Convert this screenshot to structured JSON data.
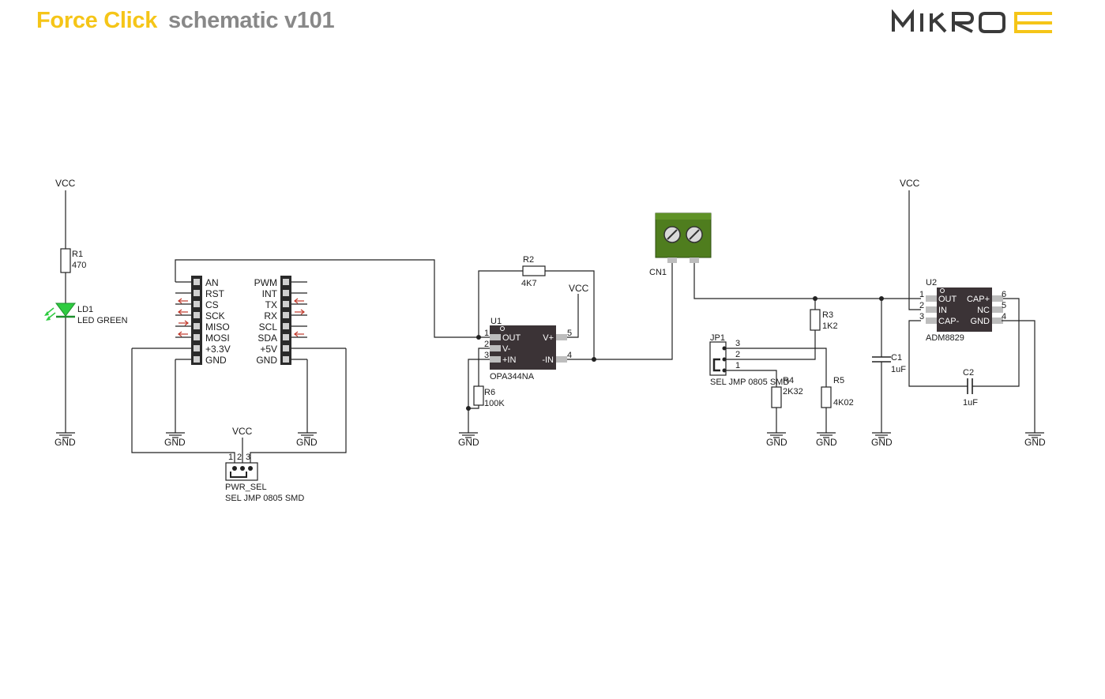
{
  "header": {
    "product": "Force Click",
    "subtitle": "schematic v101",
    "brand": "MIKROE"
  },
  "colors": {
    "product": "#f5c518",
    "subtitle": "#888888",
    "brand_dark": "#3a3a3a",
    "brand_accent": "#f5c518",
    "led": "#2ecc40",
    "ic_body": "#3b3336",
    "terminal": "#4f7d1e",
    "arrow": "#c0392b"
  },
  "power": {
    "vcc": "VCC",
    "gnd": "GND"
  },
  "led_circuit": {
    "resistor": {
      "ref": "R1",
      "value": "470"
    },
    "led": {
      "ref": "LD1",
      "value": "LED GREEN"
    }
  },
  "mikrobus": {
    "left_pins": [
      "AN",
      "RST",
      "CS",
      "SCK",
      "MISO",
      "MOSI",
      "+3.3V",
      "GND"
    ],
    "right_pins": [
      "PWM",
      "INT",
      "TX",
      "RX",
      "SCL",
      "SDA",
      "+5V",
      "GND"
    ],
    "left_arrows": [
      "",
      "",
      "left",
      "left",
      "right",
      "left",
      "",
      ""
    ],
    "right_arrows": [
      "",
      "",
      "left",
      "right",
      "",
      "left",
      "",
      ""
    ]
  },
  "pwr_sel": {
    "ref": "PWR_SEL",
    "value": "SEL JMP 0805 SMD",
    "pins": [
      "1",
      "2",
      "3"
    ]
  },
  "u1": {
    "ref": "U1",
    "part": "OPA344NA",
    "pins": [
      {
        "num": "1",
        "name": "OUT"
      },
      {
        "num": "2",
        "name": "V-"
      },
      {
        "num": "3",
        "name": "+IN"
      },
      {
        "num": "5",
        "name": "V+"
      },
      {
        "num": "4",
        "name": "-IN"
      }
    ]
  },
  "r2": {
    "ref": "R2",
    "value": "4K7"
  },
  "r6": {
    "ref": "R6",
    "value": "100K"
  },
  "cn1": {
    "ref": "CN1"
  },
  "r3": {
    "ref": "R3",
    "value": "1K2"
  },
  "r4": {
    "ref": "R4",
    "value": "2K32"
  },
  "r5": {
    "ref": "R5",
    "value": "4K02"
  },
  "jp1": {
    "ref": "JP1",
    "value": "SEL JMP 0805 SMD",
    "pins": [
      "3",
      "2",
      "1"
    ]
  },
  "c1": {
    "ref": "C1",
    "value": "1uF"
  },
  "c2": {
    "ref": "C2",
    "value": "1uF"
  },
  "u2": {
    "ref": "U2",
    "part": "ADM8829",
    "pins": [
      {
        "num": "1",
        "name": "OUT"
      },
      {
        "num": "2",
        "name": "IN"
      },
      {
        "num": "3",
        "name": "CAP-"
      },
      {
        "num": "6",
        "name": "CAP+"
      },
      {
        "num": "5",
        "name": "NC"
      },
      {
        "num": "4",
        "name": "GND"
      }
    ]
  }
}
